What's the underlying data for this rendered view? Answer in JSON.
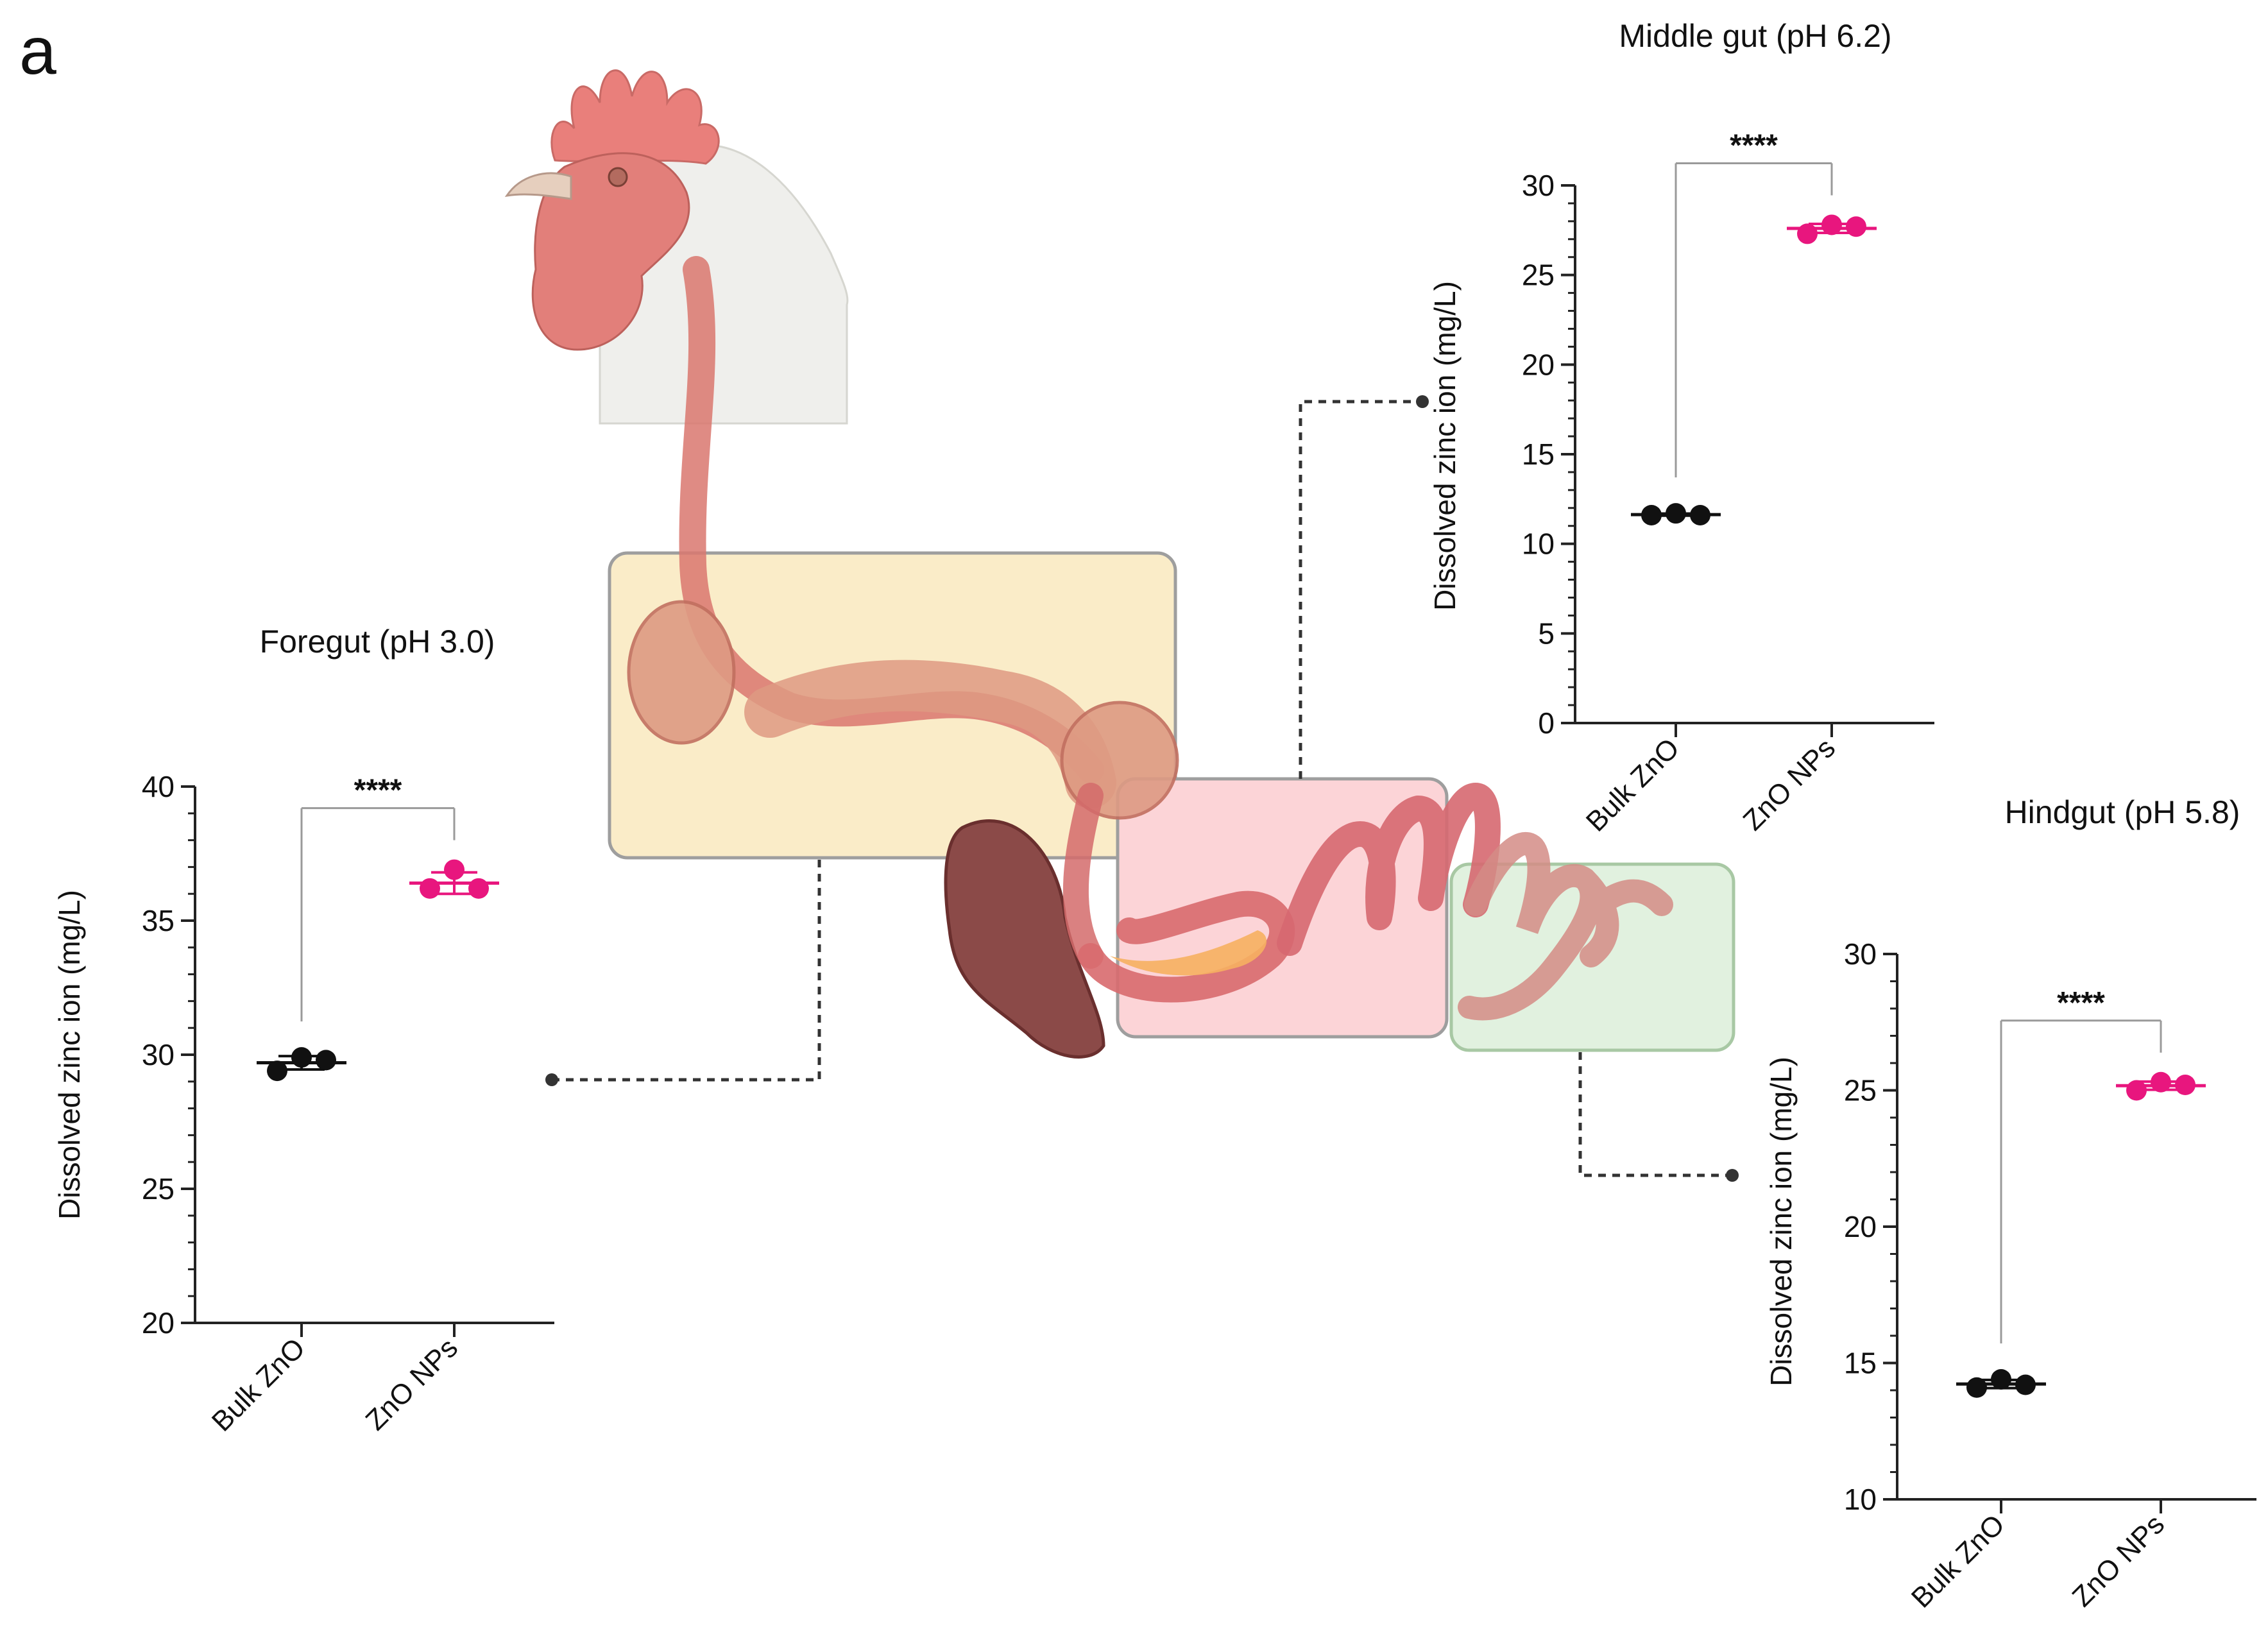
{
  "figure": {
    "panel_label": "a"
  },
  "colors": {
    "bulk": "#111111",
    "nps": "#e8167e",
    "axis": "#222222",
    "bracket": "#9a9a9a",
    "connector": "#333333",
    "foregut_box": "#faecc8",
    "middle_box": "#fcd4d7",
    "hind_box": "#e1f1df"
  },
  "chart_data": [
    {
      "type": "scatter",
      "title": "Foregut (pH 3.0)",
      "ylabel": "Dissolved zinc ion (mg/L)",
      "xlabel": "",
      "categories": [
        "Bulk ZnO",
        "ZnO NPs"
      ],
      "ylim": [
        20,
        40
      ],
      "yticks": [
        20,
        25,
        30,
        35,
        40
      ],
      "significance": "****",
      "series": [
        {
          "category": "Bulk ZnO",
          "color": "#111111",
          "points": [
            29.4,
            29.9,
            29.8
          ],
          "mean": 29.7,
          "sd": 0.25
        },
        {
          "category": "ZnO NPs",
          "color": "#e8167e",
          "points": [
            36.2,
            36.9,
            36.2
          ],
          "mean": 36.4,
          "sd": 0.4
        }
      ]
    },
    {
      "type": "scatter",
      "title": "Middle gut (pH 6.2)",
      "ylabel": "Dissolved zinc ion (mg/L)",
      "xlabel": "",
      "categories": [
        "Bulk ZnO",
        "ZnO NPs"
      ],
      "ylim": [
        0,
        30
      ],
      "yticks": [
        0,
        5,
        10,
        15,
        20,
        25,
        30
      ],
      "significance": "****",
      "series": [
        {
          "category": "Bulk ZnO",
          "color": "#111111",
          "points": [
            11.6,
            11.7,
            11.6
          ],
          "mean": 11.63,
          "sd": 0.06
        },
        {
          "category": "ZnO NPs",
          "color": "#e8167e",
          "points": [
            27.3,
            27.8,
            27.7
          ],
          "mean": 27.6,
          "sd": 0.25
        }
      ]
    },
    {
      "type": "scatter",
      "title": "Hindgut (pH 5.8)",
      "ylabel": "Dissolved zinc ion (mg/L)",
      "xlabel": "",
      "categories": [
        "Bulk ZnO",
        "ZnO NPs"
      ],
      "ylim": [
        10,
        30
      ],
      "yticks": [
        10,
        15,
        20,
        25,
        30
      ],
      "significance": "****",
      "series": [
        {
          "category": "Bulk ZnO",
          "color": "#111111",
          "points": [
            14.1,
            14.4,
            14.2
          ],
          "mean": 14.23,
          "sd": 0.15
        },
        {
          "category": "ZnO NPs",
          "color": "#e8167e",
          "points": [
            25.0,
            25.3,
            25.2
          ],
          "mean": 25.17,
          "sd": 0.15
        }
      ]
    }
  ]
}
